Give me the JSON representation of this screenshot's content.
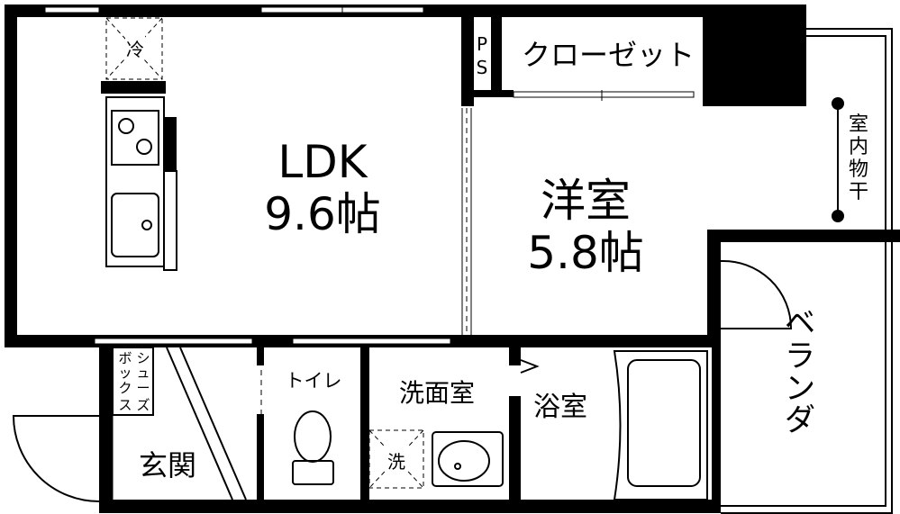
{
  "floorplan": {
    "rooms": {
      "ldk": {
        "name": "LDK",
        "size": "9.6帖"
      },
      "western_room": {
        "name": "洋室",
        "size": "5.8帖"
      },
      "closet": {
        "name": "クローゼット"
      },
      "pipe_space": {
        "line1": "P",
        "line2": "S"
      },
      "indoor_drying": {
        "chars": [
          "室",
          "内",
          "物",
          "干"
        ]
      },
      "balcony": {
        "chars": [
          "ベ",
          "ラ",
          "ン",
          "ダ"
        ]
      },
      "shoe_box": {
        "col1": [
          "シ",
          "ュ",
          "ー",
          "ズ"
        ],
        "col2": [
          "ボ",
          "ッ",
          "ク",
          "ス"
        ]
      },
      "entrance": {
        "name": "玄関"
      },
      "toilet": {
        "name": "トイレ"
      },
      "washroom": {
        "name": "洗面室"
      },
      "bathroom": {
        "name": "浴室"
      }
    },
    "fixtures": {
      "fridge": "冷",
      "washer": "洗"
    },
    "colors": {
      "wall": "#000000",
      "background": "#ffffff"
    }
  }
}
